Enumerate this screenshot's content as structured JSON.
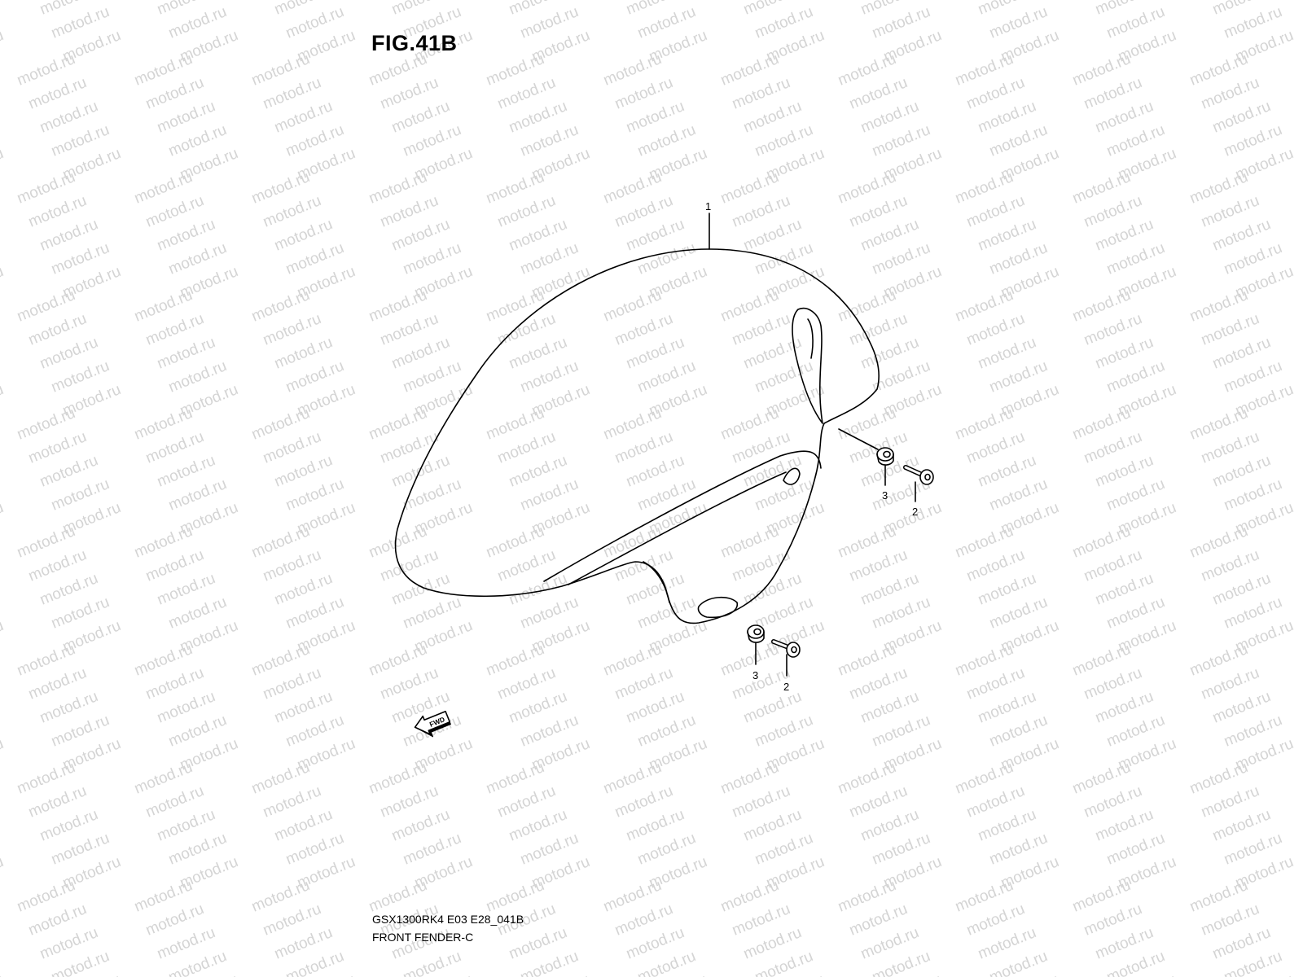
{
  "figure": {
    "title": "FIG.41B",
    "model_code": "GSX1300RK4 E03 E28_041B",
    "part_group": "FRONT FENDER-C"
  },
  "watermark": {
    "text": "motod.ru",
    "color": "#d4d4d4"
  },
  "callouts": [
    {
      "id": "fender",
      "label": "1"
    },
    {
      "id": "bolt-upper",
      "label": "2"
    },
    {
      "id": "washer-upper",
      "label": "3"
    },
    {
      "id": "bolt-lower",
      "label": "2"
    },
    {
      "id": "washer-lower",
      "label": "3"
    }
  ],
  "fwd_badge": {
    "text": "FWD"
  },
  "colors": {
    "line": "#000000",
    "background": "#ffffff"
  }
}
